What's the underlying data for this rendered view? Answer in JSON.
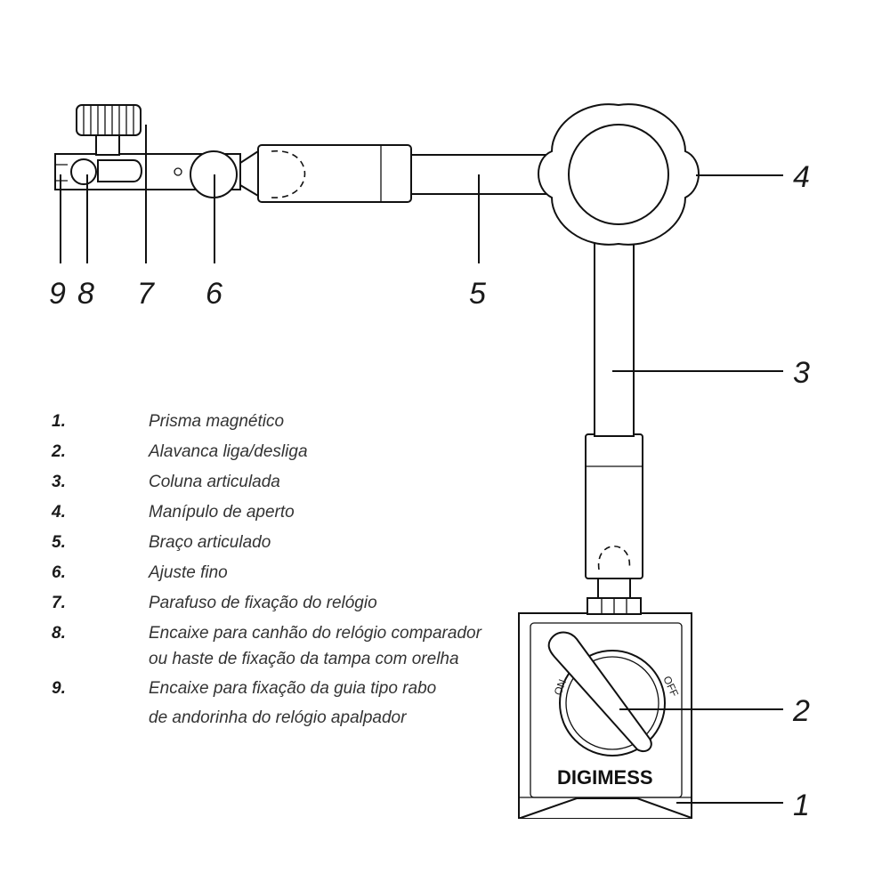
{
  "callouts": [
    "1",
    "2",
    "3",
    "4",
    "5",
    "6",
    "7",
    "8",
    "9"
  ],
  "legend": [
    {
      "number": "1.",
      "lines": [
        "Prisma magnético"
      ]
    },
    {
      "number": "2.",
      "lines": [
        "Alavanca liga/desliga"
      ]
    },
    {
      "number": "3.",
      "lines": [
        "Coluna articulada"
      ]
    },
    {
      "number": "4.",
      "lines": [
        "Manípulo de aperto"
      ]
    },
    {
      "number": "5.",
      "lines": [
        "Braço articulado"
      ]
    },
    {
      "number": "6.",
      "lines": [
        "Ajuste fino"
      ]
    },
    {
      "number": "7.",
      "lines": [
        "Parafuso de fixação do relógio"
      ]
    },
    {
      "number": "8.",
      "lines": [
        "Encaixe para canhão do relógio comparador",
        "ou haste de fixação da tampa com orelha"
      ]
    },
    {
      "number": "9.",
      "lines": [
        "Encaixe para fixação da guia tipo rabo",
        "de andorinha do relógio apalpador"
      ]
    }
  ],
  "base": {
    "brand": "DIGIMESS",
    "switch_on": "ON",
    "switch_off": "OFF"
  },
  "colors": {
    "ink": "#111111",
    "background": "#ffffff"
  }
}
